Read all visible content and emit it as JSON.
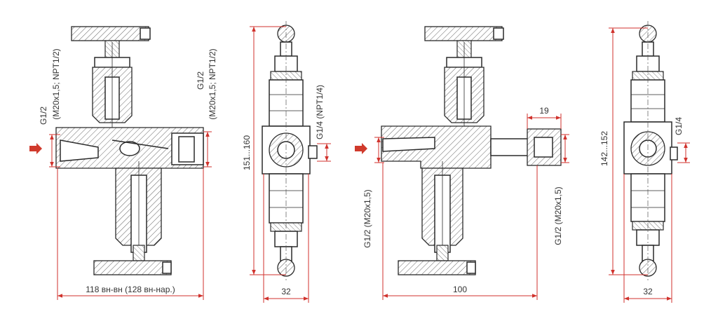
{
  "colors": {
    "dimension": "#d0322c",
    "flow_arrow": "#d03a2c",
    "outline": "#2a2a2a",
    "text": "#333333"
  },
  "views": [
    {
      "id": "valve-1-front",
      "labels": {
        "port_left_line1": "G1/2",
        "port_left_line2": "(M20x1,5; NPT1/2)",
        "port_right_line1": "G1/2",
        "port_right_line2": "(M20x1,5; NPT1/2)",
        "width": "118 вн-вн (128 вн-нар.)"
      }
    },
    {
      "id": "valve-1-side",
      "labels": {
        "height": "151...160",
        "port": "G1/4 (NPT1/4)",
        "width": "32"
      }
    },
    {
      "id": "valve-2-front",
      "labels": {
        "offset": "19",
        "port_left": "G1/2 (M20x1,5)",
        "port_right": "G1/2 (M20x1,5)",
        "width": "100"
      }
    },
    {
      "id": "valve-2-side",
      "labels": {
        "height": "142...152",
        "port": "G1/4",
        "width": "32"
      }
    }
  ]
}
